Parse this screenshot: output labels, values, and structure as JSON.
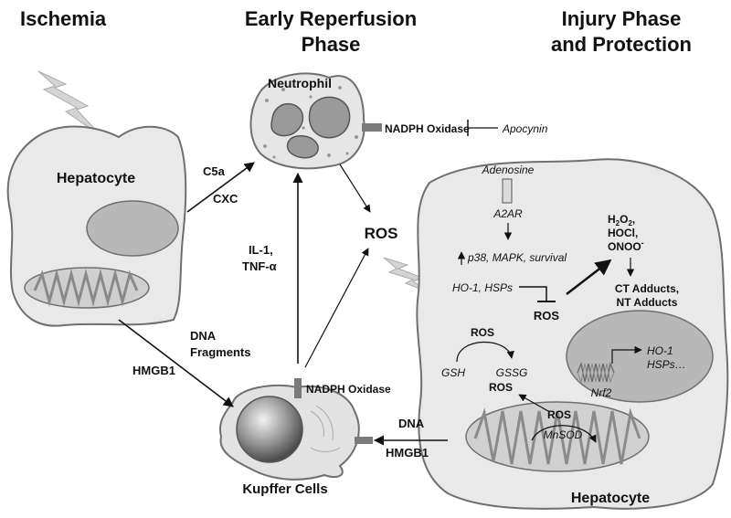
{
  "headers": {
    "ischemia": "Ischemia",
    "early_line1": "Early Reperfusion",
    "early_line2": "Phase",
    "injury_line1": "Injury Phase",
    "injury_line2": "and Protection"
  },
  "cells": {
    "hepatocyte_left": "Hepatocyte",
    "neutrophil": "Neutrophil",
    "kupffer": "Kupffer Cells",
    "hepatocyte_right": "Hepatocyte"
  },
  "signals": {
    "c5a": "C5a",
    "cxc": "CXC",
    "il1": "IL-1,",
    "tnf": "TNF-α",
    "dna_fragments_1": "DNA",
    "dna_fragments_2": "Fragments",
    "hmgb1_left": "HMGB1",
    "dna_right": "DNA",
    "hmgb1_right": "HMGB1",
    "ros_center": "ROS"
  },
  "enzymes": {
    "nadph_neutrophil": "NADPH Oxidase",
    "nadph_kupffer": "NADPH Oxidase",
    "apocynin": "Apocynin"
  },
  "pathway": {
    "adenosine": "Adenosine",
    "a2ar": "A2AR",
    "p38": "p38, MAPK, survival",
    "ho1_hsps": "HO-1, HSPs",
    "ros_inhibited": "ROS",
    "ros_gsh": "ROS",
    "gsh": "GSH",
    "gssg": "GSSG",
    "h2o2_base": "H",
    "h2o2_sub1": "2",
    "h2o2_mid": "O",
    "h2o2_sub2": "2",
    "h2o2_comma": ",",
    "hocl": "HOCl,",
    "onoo": "ONOO",
    "onoo_sup": "-",
    "ct_adducts": "CT Adducts,",
    "nt_adducts": "NT Adducts",
    "nrf2": "Nrf2",
    "ho1_gene": "HO-1",
    "hsps_gene": "HSPs…",
    "ros_mito_out": "ROS",
    "ros_mito": "ROS",
    "mnsod": "MnSOD"
  },
  "colors": {
    "cell_fill": "#e9e9e9",
    "cell_stroke": "#6f6f6f",
    "nucleus_fill": "#b8b8b8",
    "bolt_fill": "#d4d4d4",
    "arrow": "#111111"
  }
}
